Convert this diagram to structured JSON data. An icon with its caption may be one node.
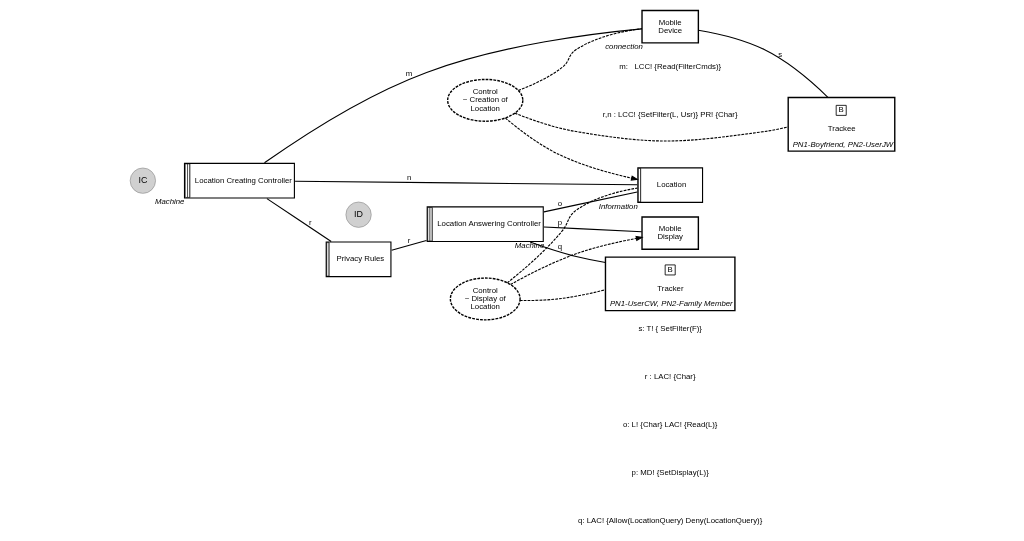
{
  "diagram": {
    "nodes": [
      {
        "text": [
          "IC"
        ]
      },
      {
        "text": [
          "Location Creating Controller"
        ],
        "beside": [
          "Machine"
        ]
      },
      {
        "text": [
          "Mobile Device"
        ],
        "beside": [
          "connection"
        ]
      },
      {
        "text": [
          "Trackee"
        ],
        "beside": [
          "PN1-Boyfriend, PN2-UserJW"
        ]
      },
      {
        "text": [
          "B"
        ],
        "in": 3
      },
      {
        "text": [
          "Control ~ Creation of Location"
        ]
      },
      {
        "text": [
          "Privacy Rules"
        ]
      },
      {
        "text": [
          "Location"
        ],
        "beside": [
          "Information"
        ]
      },
      {
        "text": [
          "ID"
        ]
      },
      {
        "text": [
          "Location Answering Controller"
        ],
        "beside": [
          "Machine"
        ]
      },
      {
        "text": [
          "Mobile Display"
        ]
      },
      {
        "text": [
          "Control ~ Display of Location"
        ]
      },
      {
        "text": [
          "Tracker"
        ],
        "beside": [
          "PN1-UserCW, PN2-Family Member"
        ]
      },
      {
        "text": [
          "B"
        ],
        "in": 12
      }
    ],
    "edges": [
      {
        "from": 1,
        "to": 2,
        "arrow": "none",
        "label": "m"
      },
      {
        "from": 2,
        "to": 3,
        "arrow": "none",
        "label": "s"
      },
      {
        "from": 1,
        "to": 6,
        "arrow": "none",
        "label": "r"
      },
      {
        "from": 1,
        "to": 7,
        "arrow": "none",
        "label": "n"
      },
      {
        "from": 6,
        "to": 9,
        "arrow": "none",
        "label": "r"
      },
      {
        "from": 9,
        "to": 7,
        "arrow": "none",
        "label": "o"
      },
      {
        "from": 9,
        "to": 10,
        "arrow": "none",
        "label": "p"
      },
      {
        "from": 9,
        "to": 12,
        "arrow": "none",
        "label": "q"
      },
      {
        "from": 5,
        "to": 2,
        "arrow": "none",
        "style": "dashed"
      },
      {
        "from": 5,
        "to": 3,
        "arrow": "none",
        "style": "dashed"
      },
      {
        "from": 5,
        "to": 7,
        "arrow": "to",
        "style": "dashed"
      },
      {
        "from": 11,
        "to": 7,
        "arrow": "none",
        "style": "dashed"
      },
      {
        "from": 11,
        "to": 10,
        "arrow": "to",
        "style": "dashed"
      },
      {
        "from": 11,
        "to": 12,
        "arrow": "none",
        "style": "dashed"
      }
    ],
    "labels": [
      "m:   LCC! {Read(FilterCmds)}",
      "r,n : LCC! {SetFilter(L, Usr)} PR! {Char}",
      "s: T! { SetFilter(F)}",
      "r : LAC! {Char}",
      "o: L! {Char} LAC! {Read(L)}",
      "p: MD! {SetDisplay(L)}",
      "q: LAC! {Allow(LocationQuery) Deny(LocationQuery)}"
    ]
  }
}
